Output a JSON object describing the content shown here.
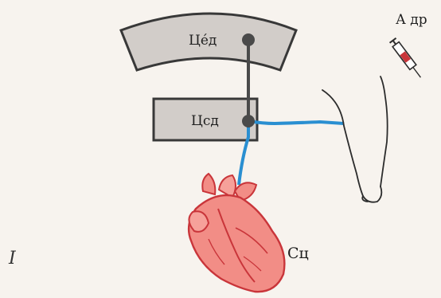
{
  "labels": {
    "upper_center": "Цéд",
    "lower_center": "Цсд",
    "injection": "А др",
    "heart": "Сц",
    "figure_number": "I"
  },
  "colors": {
    "panel_fill": "#d2cdc9",
    "panel_stroke": "#383838",
    "nerve_gray": "#4a4a4a",
    "nerve_blue": "#2a8fd1",
    "heart_fill": "#f28d86",
    "heart_stroke": "#c9353a",
    "limb_stroke": "#2c2c2c"
  },
  "icons": {
    "upper_panel": "brain-center-panel",
    "lower_panel": "spinal-center-panel",
    "heart": "heart-illustration",
    "limb": "animal-hindlimb",
    "syringe": "syringe-icon"
  }
}
